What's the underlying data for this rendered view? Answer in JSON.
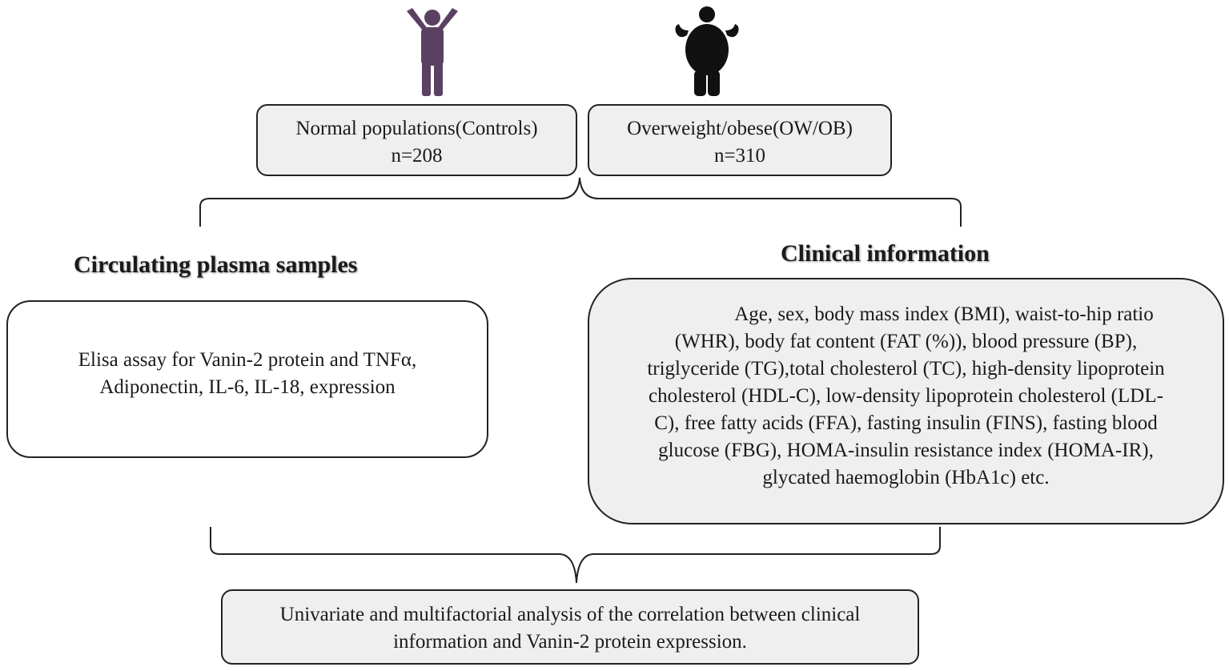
{
  "colors": {
    "control_figure": "#5a4162",
    "obese_figure": "#111111",
    "box_fill": "#efefef",
    "border": "#222222"
  },
  "icons": {
    "control": "person-arms-up-icon",
    "obese": "person-shrug-icon"
  },
  "groups": {
    "controls": {
      "title": "Normal populations(Controls)",
      "n": "n=208"
    },
    "obese": {
      "title": "Overweight/obese(OW/OB)",
      "n": "n=310"
    }
  },
  "plasma": {
    "heading": "Circulating plasma samples",
    "lines": [
      "Elisa assay for Vanin-2 protein and TNFα,",
      "Adiponectin, IL-6, IL-18, expression"
    ]
  },
  "clinical": {
    "heading": "Clinical information",
    "lines": [
      "Age, sex, body mass index (BMI), waist-to-hip ratio",
      "(WHR), body fat content (FAT (%)), blood pressure (BP),",
      "triglyceride (TG),total cholesterol (TC), high-density lipoprotein",
      "cholesterol (HDL-C), low-density lipoprotein cholesterol (LDL-",
      "C), free fatty acids (FFA), fasting insulin (FINS), fasting blood",
      "glucose (FBG), HOMA-insulin resistance index (HOMA-IR),",
      "glycated haemoglobin (HbA1c) etc."
    ]
  },
  "analysis": {
    "lines": [
      "Univariate and multifactorial analysis of the correlation between clinical",
      "information and Vanin-2 protein expression."
    ]
  }
}
